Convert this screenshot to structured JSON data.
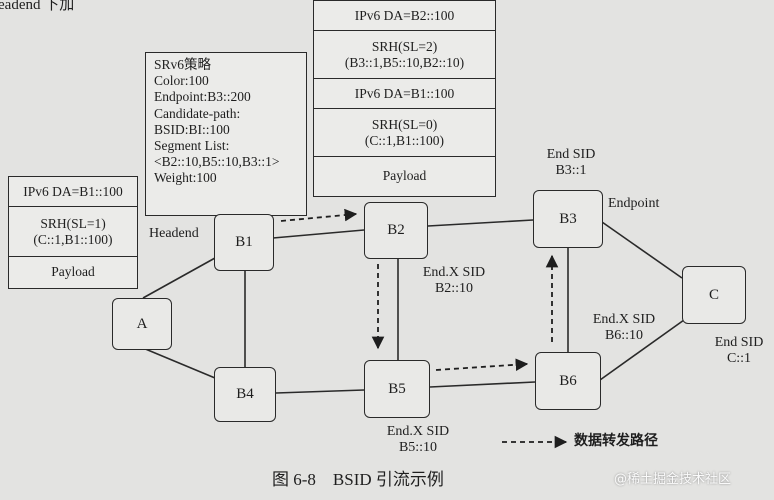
{
  "top_left_fragment": "eadend 下加",
  "packets": {
    "left": [
      {
        "lines": [
          "IPv6 DA=B1::100"
        ]
      },
      {
        "lines": [
          "SRH(SL=1)",
          "(C::1,B1::100)"
        ]
      },
      {
        "lines": [
          "Payload"
        ]
      }
    ],
    "top": [
      {
        "lines": [
          "IPv6 DA=B2::100"
        ]
      },
      {
        "lines": [
          "SRH(SL=2)",
          "(B3::1,B5::10,B2::10)"
        ]
      },
      {
        "lines": [
          "IPv6 DA=B1::100"
        ]
      },
      {
        "lines": [
          "SRH(SL=0)",
          "(C::1,B1::100)"
        ]
      },
      {
        "lines": [
          "Payload"
        ]
      }
    ]
  },
  "policy": {
    "lines": [
      "SRv6策略",
      "Color:100",
      "Endpoint:B3::200",
      "Candidate-path:",
      "BSID:BI::100",
      "Segment List:",
      "<B2::10,B5::10,B3::1>",
      "Weight:100"
    ]
  },
  "nodes": {
    "A": "A",
    "B1": "B1",
    "B2": "B2",
    "B3": "B3",
    "B4": "B4",
    "B5": "B5",
    "B6": "B6",
    "C": "C"
  },
  "labels": {
    "headend": "Headend",
    "endpoint": "Endpoint",
    "b3_sid": [
      "End SID",
      "B3::1"
    ],
    "b2_sid": [
      "End.X SID",
      "B2::10"
    ],
    "b6_sid": [
      "End.X SID",
      "B6::10"
    ],
    "b5_sid": [
      "End.X SID",
      "B5::10"
    ],
    "c_sid": [
      "End SID",
      "C::1"
    ]
  },
  "legend": {
    "label": "数据转发路径"
  },
  "caption": "图 6-8　BSID 引流示例",
  "watermark": "@稀土掘金技术社区"
}
